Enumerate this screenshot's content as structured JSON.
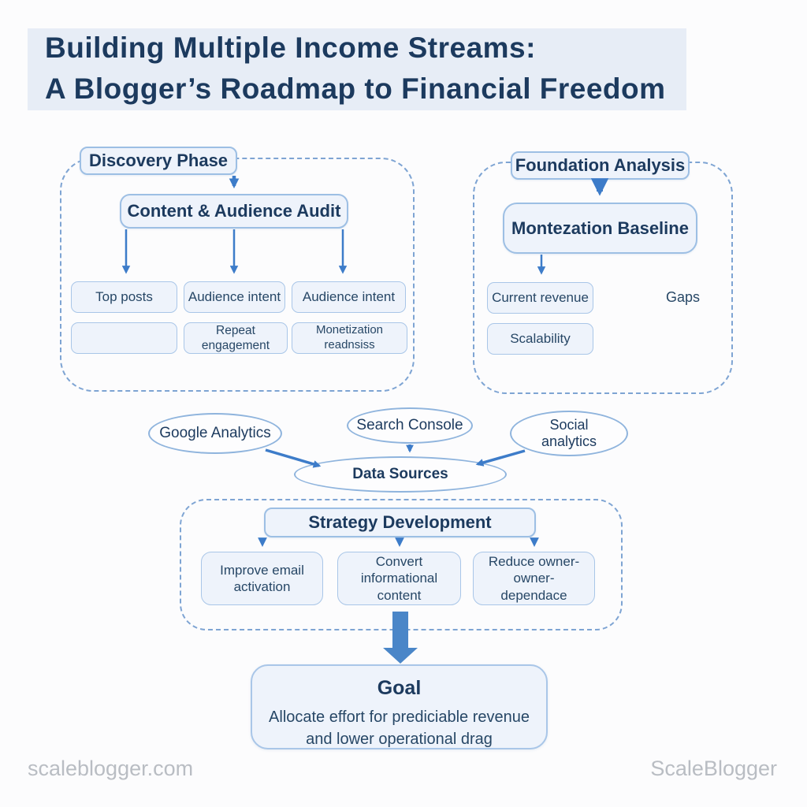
{
  "title": {
    "line1": "Building Multiple Income Streams:",
    "line2": "A Blogger’s Roadmap to Financial Freedom"
  },
  "discovery": {
    "header": "Discovery Phase",
    "audit": "Content & Audience Audit",
    "row1": [
      "Top posts",
      "Audience intent",
      "Audience intent"
    ],
    "row2": [
      "",
      "Repeat engagement",
      "Monetization readnsiss"
    ]
  },
  "foundation": {
    "header": "Foundation Analysis",
    "baseline": "Montezation Baseline",
    "items": [
      "Current revenue",
      "Scalability"
    ],
    "gaps_label": "Gaps"
  },
  "sources": {
    "items": [
      "Google Analytics",
      "Search Console",
      "Social analytics"
    ],
    "hub": "Data Sources"
  },
  "strategy": {
    "header": "Strategy Development",
    "items": [
      "Improve email activation",
      "Convert informational content",
      "Reduce owner- owner-dependace"
    ]
  },
  "goal": {
    "title": "Goal",
    "line1": "Allocate effort for prediciable revenue",
    "line2": "and lower operational drag"
  },
  "footer": {
    "left": "scaleblogger.com",
    "right": "ScaleBlogger"
  },
  "colors": {
    "title_text": "#1c3a5e",
    "title_highlight": "#e7edf6",
    "box_fill": "#eef3fb",
    "box_border": "#a9c6e8",
    "header_border": "#9dbfe4",
    "dashed_border": "#7ea4d3",
    "arrow": "#3d7cc9",
    "footer_text": "#b9bdc3",
    "background": "#fcfcfd"
  }
}
